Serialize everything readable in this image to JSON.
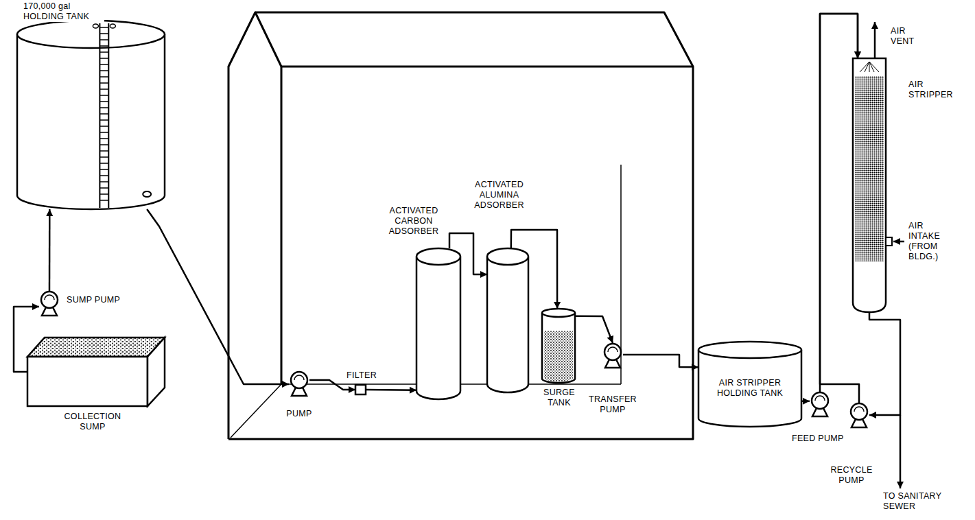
{
  "diagram": {
    "nodes": [
      {
        "text": [
          "170,000 gal HOLDING TANK"
        ]
      },
      {
        "text": [
          "SUMP PUMP"
        ]
      },
      {
        "text": [
          "COLLECTION SUMP"
        ]
      },
      {
        "text": [
          "PUMP"
        ]
      },
      {
        "text": [
          "FILTER"
        ]
      },
      {
        "text": [
          "ACTIVATED CARBON ADSORBER"
        ]
      },
      {
        "text": [
          "ACTIVATED ALUMINA ADSORBER"
        ]
      },
      {
        "text": [
          "SURGE TANK"
        ]
      },
      {
        "text": [
          "TRANSFER PUMP"
        ]
      },
      {
        "text": [
          "AIR STRIPPER HOLDING TANK"
        ]
      },
      {
        "text": [
          "FEED PUMP"
        ]
      },
      {
        "text": [
          "RECYCLE PUMP"
        ]
      },
      {
        "text": [
          "AIR STRIPPER"
        ]
      }
    ],
    "edges": [
      {
        "from": 2,
        "to": 1,
        "arrow": "to"
      },
      {
        "from": 1,
        "to": 0,
        "arrow": "to"
      },
      {
        "from": 0,
        "to": 3,
        "arrow": "to"
      },
      {
        "from": 3,
        "to": 4,
        "arrow": "to"
      },
      {
        "from": 4,
        "to": 5,
        "arrow": "to"
      },
      {
        "from": 5,
        "to": 6,
        "arrow": "to"
      },
      {
        "from": 6,
        "to": 7,
        "arrow": "to"
      },
      {
        "from": 7,
        "to": 8,
        "arrow": "to"
      },
      {
        "from": 8,
        "to": 9,
        "arrow": "to"
      },
      {
        "from": 9,
        "to": 10,
        "arrow": "to"
      },
      {
        "from": 10,
        "to": 12,
        "arrow": "to"
      },
      {
        "from": 12,
        "to": 11,
        "arrow": "to"
      },
      {
        "from": 11,
        "to": 12,
        "arrow": "to"
      }
    ],
    "labels": [
      "AIR VENT",
      "AIR INTAKE (FROM BLDG.)",
      "TO SANITARY SEWER"
    ]
  }
}
